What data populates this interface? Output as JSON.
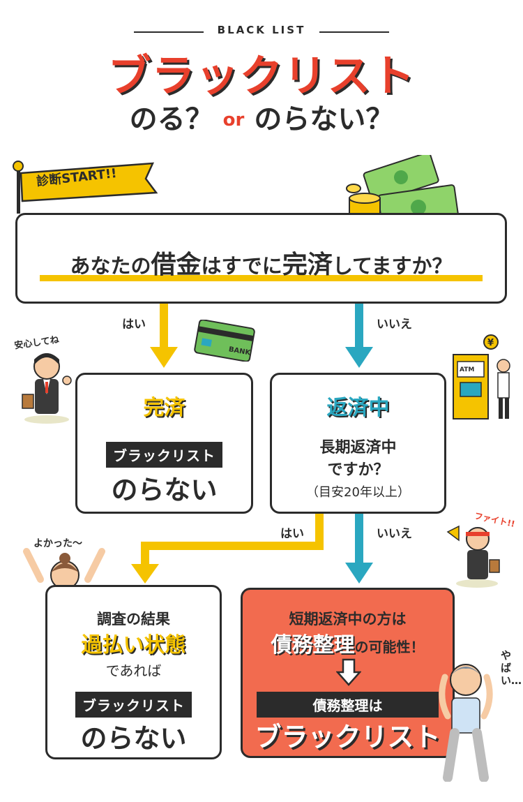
{
  "header": {
    "kicker": "BLACK LIST",
    "title": "ブラックリスト",
    "subtitle_left": "のる？",
    "subtitle_or": "or",
    "subtitle_right": "のらない？"
  },
  "start_flag": "診断START!!",
  "question": {
    "pre": "あなたの",
    "emph1": "借金",
    "mid": "はすでに",
    "emph2": "完済",
    "post": "してますか？"
  },
  "branch1": {
    "yes": "はい",
    "no": "いいえ"
  },
  "box_paid": {
    "heading": "完済",
    "tag": "ブラックリスト",
    "result": "のらない"
  },
  "box_repaying": {
    "heading": "返済中",
    "line1": "長期返済中",
    "line2": "ですか？",
    "line3": "（目安20年以上）"
  },
  "branch2": {
    "yes": "はい",
    "no": "いいえ"
  },
  "box_overpay": {
    "line1": "調査の結果",
    "highlight": "過払い状態",
    "line3": "であれば",
    "tag": "ブラックリスト",
    "result": "のらない"
  },
  "box_short": {
    "line1": "短期返済中の方は",
    "highlight": "債務整理",
    "line2_rest": "の可能性！",
    "tag": "債務整理は",
    "result": "ブラックリスト"
  },
  "illustrations": {
    "speech_relief": "安心してね",
    "speech_glad": "よかった〜",
    "speech_fight": "ファイト!!",
    "speech_yabai": "やばい…",
    "atm_label": "ATM",
    "yen_symbol": "¥",
    "bank_card": "BANK"
  },
  "colors": {
    "accent_red": "#e8402c",
    "yellow": "#f5c300",
    "teal": "#2aa7c0",
    "salmon": "#f26b4f",
    "dark": "#2b2b2b"
  }
}
